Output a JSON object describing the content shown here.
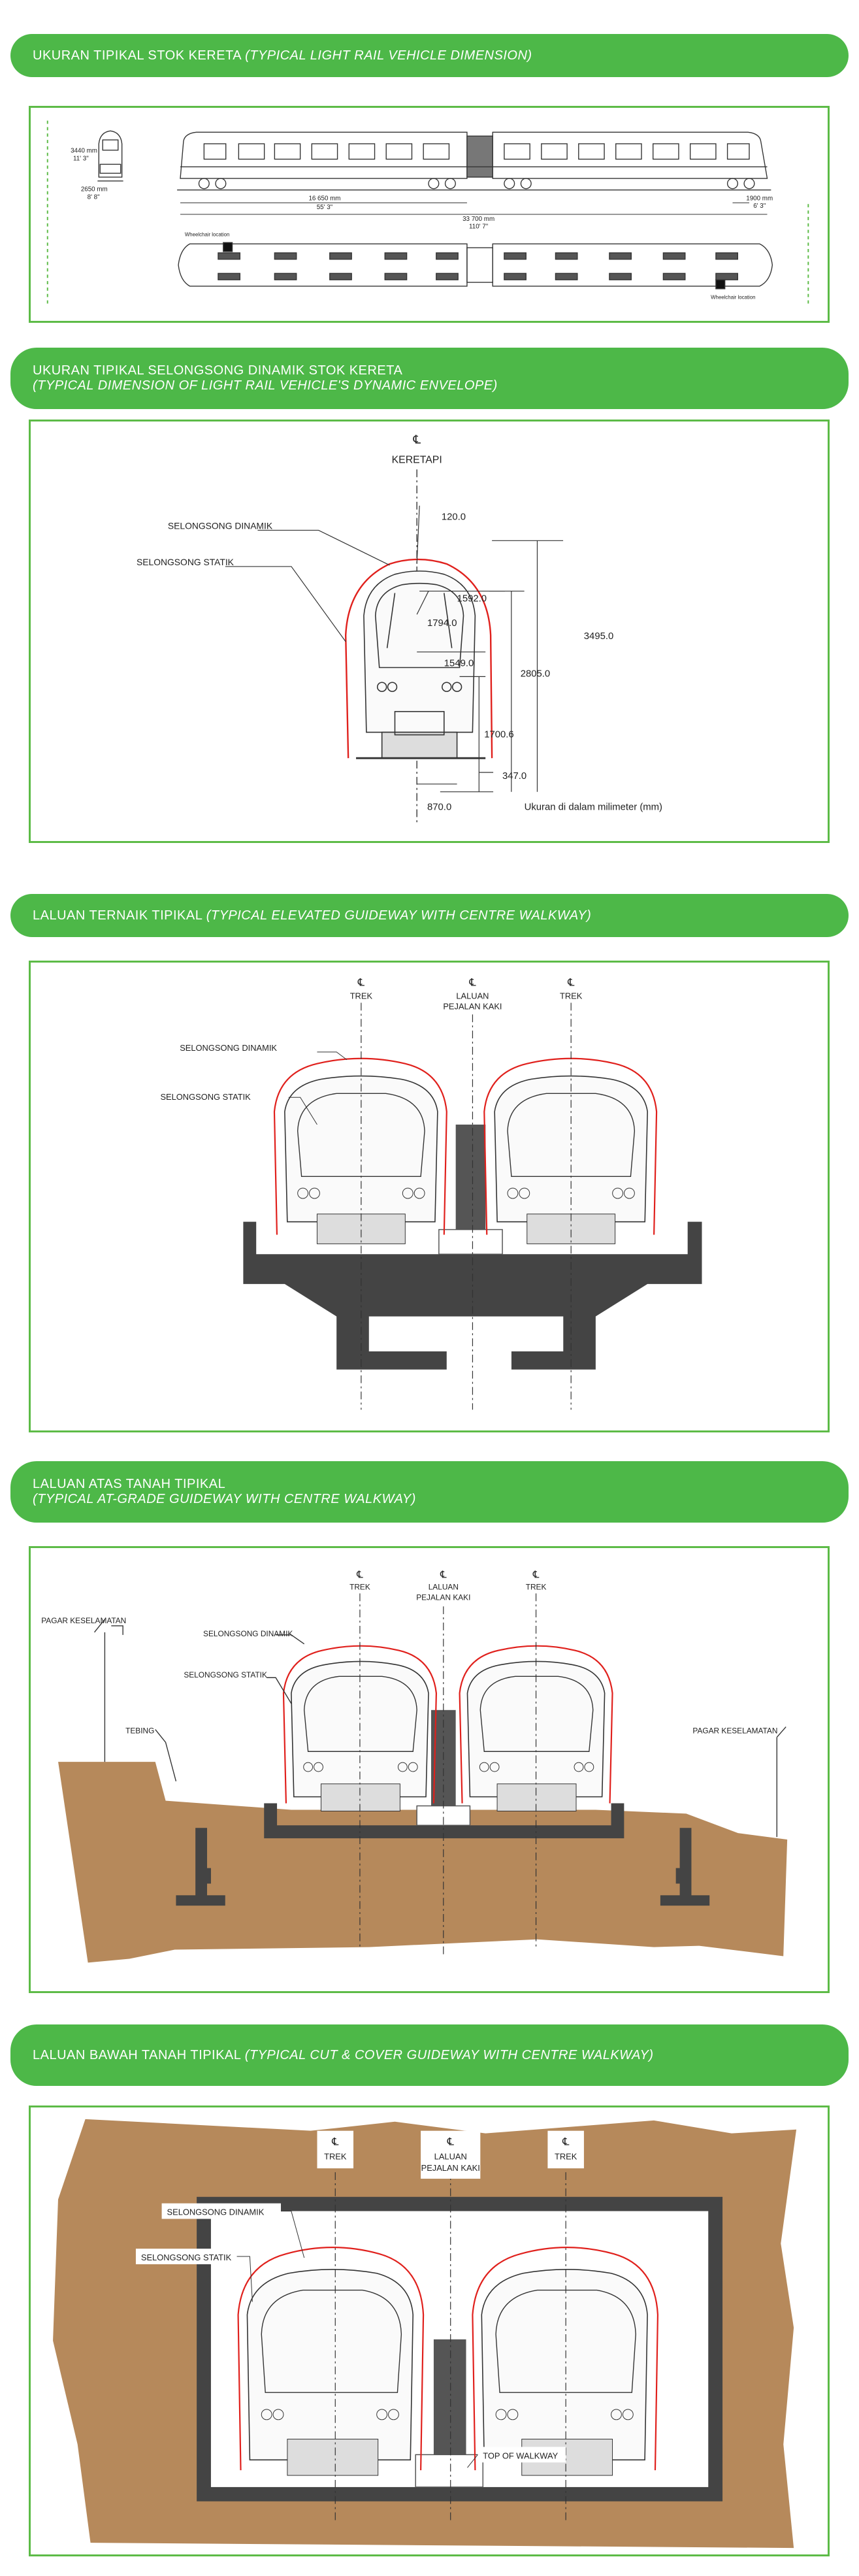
{
  "sections": [
    {
      "title": "UKURAN TIPIKAL STOK KERETA",
      "title_en": "(TYPICAL LIGHT RAIL VEHICLE DIMENSION)"
    },
    {
      "title": "UKURAN TIPIKAL SELONGSONG DINAMIK STOK KERETA",
      "title_en": "(TYPICAL  DIMENSION OF LIGHT RAIL VEHICLE'S DYNAMIC ENVELOPE)"
    },
    {
      "title": "LALUAN TERNAIK TIPIKAL",
      "title_en": "(TYPICAL ELEVATED GUIDEWAY WITH CENTRE WALKWAY)"
    },
    {
      "title": "LALUAN ATAS TANAH TIPIKAL",
      "title_en": "(TYPICAL AT-GRADE GUIDEWAY WITH CENTRE WALKWAY)"
    },
    {
      "title": "LALUAN BAWAH TANAH TIPIKAL",
      "title_en": "(TYPICAL  CUT & COVER GUIDEWAY WITH CENTRE WALKWAY)"
    }
  ],
  "vehicle": {
    "height_mm": "3440 mm",
    "height_ft": "11' 3\"",
    "width_mm": "2650 mm",
    "width_ft": "8' 8\"",
    "car_length_mm": "16 650 mm",
    "car_length_ft": "55' 3\"",
    "total_length_mm": "33 700 mm",
    "total_length_ft": "110' 7\"",
    "bogie_mm": "1900 mm",
    "bogie_ft": "6' 3\"",
    "wheelchair_top": "Wheelchair location",
    "wheelchair_bottom": "Wheelchair location"
  },
  "envelope": {
    "symbol": "℄",
    "centerline_label": "KERETAPI",
    "dynamic_label": "SELONGSONG DINAMIK",
    "static_label": "SELONGSONG STATIK",
    "dims": [
      "120.0",
      "1592.0",
      "1794.0",
      "1549.0",
      "3495.0",
      "2805.0",
      "1700.6",
      "347.0",
      "870.0"
    ],
    "note": "Ukuran di dalam milimeter (mm)"
  },
  "labels": {
    "track": "TREK",
    "walkway_1": "LALUAN",
    "walkway_2": "PEJALAN KAKI",
    "dynamic": "SELONGSONG DINAMIK",
    "static": "SELONGSONG STATIK",
    "fence": "PAGAR KESELAMATAN",
    "slope": "TEBING",
    "top_walkway": "TOP OF WALKWAY"
  },
  "colors": {
    "banner": "#4db848",
    "envelope": "#e0201c",
    "soil": "#b6895b",
    "structure": "#555555"
  }
}
